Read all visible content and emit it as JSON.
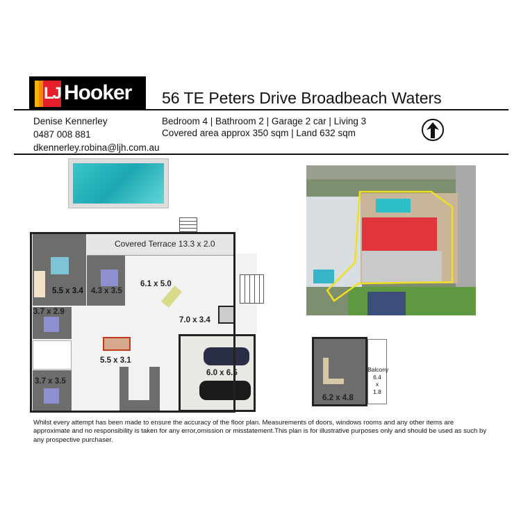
{
  "brand": {
    "logo_text": "LJ Hooker",
    "colors": {
      "red": "#e5202a",
      "orange": "#f08a00",
      "yellow": "#f5b400"
    }
  },
  "header": {
    "title": "56 TE Peters Drive Broadbeach Waters"
  },
  "agent": {
    "name": "Denise Kennerley",
    "phone": "0487 008 881",
    "email": "dkennerley.robina@ljh.com.au"
  },
  "specs": {
    "line1": "Bedroom 4 | Bathroom 2 | Garage 2 car | Living 3",
    "line2": "Covered area approx 350 sqm | Land 632 sqm"
  },
  "icons": {
    "north": "north-arrow-icon"
  },
  "floorplan": {
    "rooms": [
      {
        "label": "Covered Terrace 13.3 x 2.0"
      },
      {
        "label": "5.5 x 3.4"
      },
      {
        "label": "4.3 x 3.5"
      },
      {
        "label": "6.1 x 5.0"
      },
      {
        "label": "7.0 x 3.4"
      },
      {
        "label": "3.7 x 2.9"
      },
      {
        "label": "5.5 x 3.1"
      },
      {
        "label": "3.7 x 3.5"
      },
      {
        "label": "6.0 x 6.5"
      }
    ]
  },
  "upper": {
    "room": "6.2 x 4.8",
    "balcony_title": "Balcony",
    "balcony_w": "6.4",
    "balcony_x": "x",
    "balcony_d": "1.8"
  },
  "disclaimer": "Whilst every attempt has been made to ensure the accuracy of the floor plan. Measurements of doors, windows rooms and any other items are approximate and no responsibility is taken for any error,omission or misstatement.This plan is for illustrative purposes only and should be used as such by any prospective purchaser."
}
